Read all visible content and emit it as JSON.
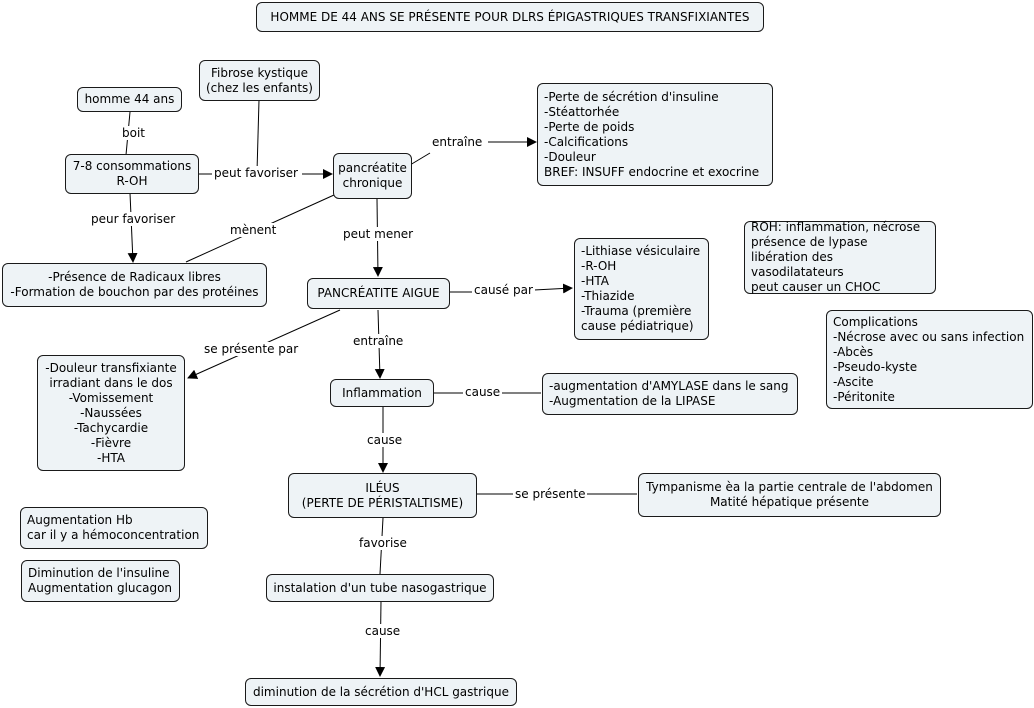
{
  "title": "HOMME DE 44 ANS SE PRÉSENTE POUR DLRS ÉPIGASTRIQUES TRANSFIXIANTES",
  "nodes": {
    "homme44": "homme 44 ans",
    "fibrose": "Fibrose kystique\n(chez les enfants)",
    "consommations": "7-8 consommations\nR-OH",
    "pancreatite_chronique": "pancréatite\nchronique",
    "perte_secretion": "-Perte de sécrétion d'insuline\n-Stéattorhée\n-Perte de poids\n-Calcifications\n-Douleur\nBREF: INSUFF endocrine et exocrine",
    "radicaux": "-Présence de Radicaux libres\n-Formation de bouchon par des protéines",
    "roh_note": "ROH: inflammation, nécrose\nprésence de lypase\nlibération des vasodilatateurs\npeut causer un CHOC",
    "lithiase": "-Lithiase vésiculaire\n-R-OH\n-HTA\n-Thiazide\n-Trauma (première\ncause pédiatrique)",
    "pancreatite_aigue": "PANCRÉATITE AIGUE",
    "complications": "Complications\n-Nécrose avec ou sans infection\n-Abcès\n-Pseudo-kyste\n-Ascite\n-Péritonite",
    "douleur": "-Douleur transfixiante\nirradiant dans le dos\n-Vomissement\n-Naussées\n-Tachycardie\n-Fièvre\n-HTA",
    "inflammation": "Inflammation",
    "amylase": "-augmentation d'AMYLASE dans le sang\n-Augmentation de la LIPASE",
    "ileus": "ILÉUS\n(PERTE DE PÉRISTALTISME)",
    "tympanisme": "Tympanisme èa la partie centrale de l'abdomen\nMatité hépatique présente",
    "hb": "Augmentation Hb\ncar il y a hémoconcentration",
    "insuline": "Diminution de l'insuline\nAugmentation glucagon",
    "tube": "instalation d'un tube nasogastrique",
    "hcl": "diminution de la sécrétion d'HCL gastrique"
  },
  "links": {
    "boit": "boit",
    "peut_favoriser_1": "peut favoriser",
    "peut_favoriser_2": "peur favoriser",
    "entraine_1": "entraîne",
    "menent": "mènent",
    "peut_mener": "peut mener",
    "cause_par": "causé par",
    "se_presente_par": "se présente par",
    "entraine_2": "entraîne",
    "cause_1": "cause",
    "cause_2": "cause",
    "se_presente": "se présente",
    "favorise": "favorise",
    "cause_3": "cause"
  }
}
